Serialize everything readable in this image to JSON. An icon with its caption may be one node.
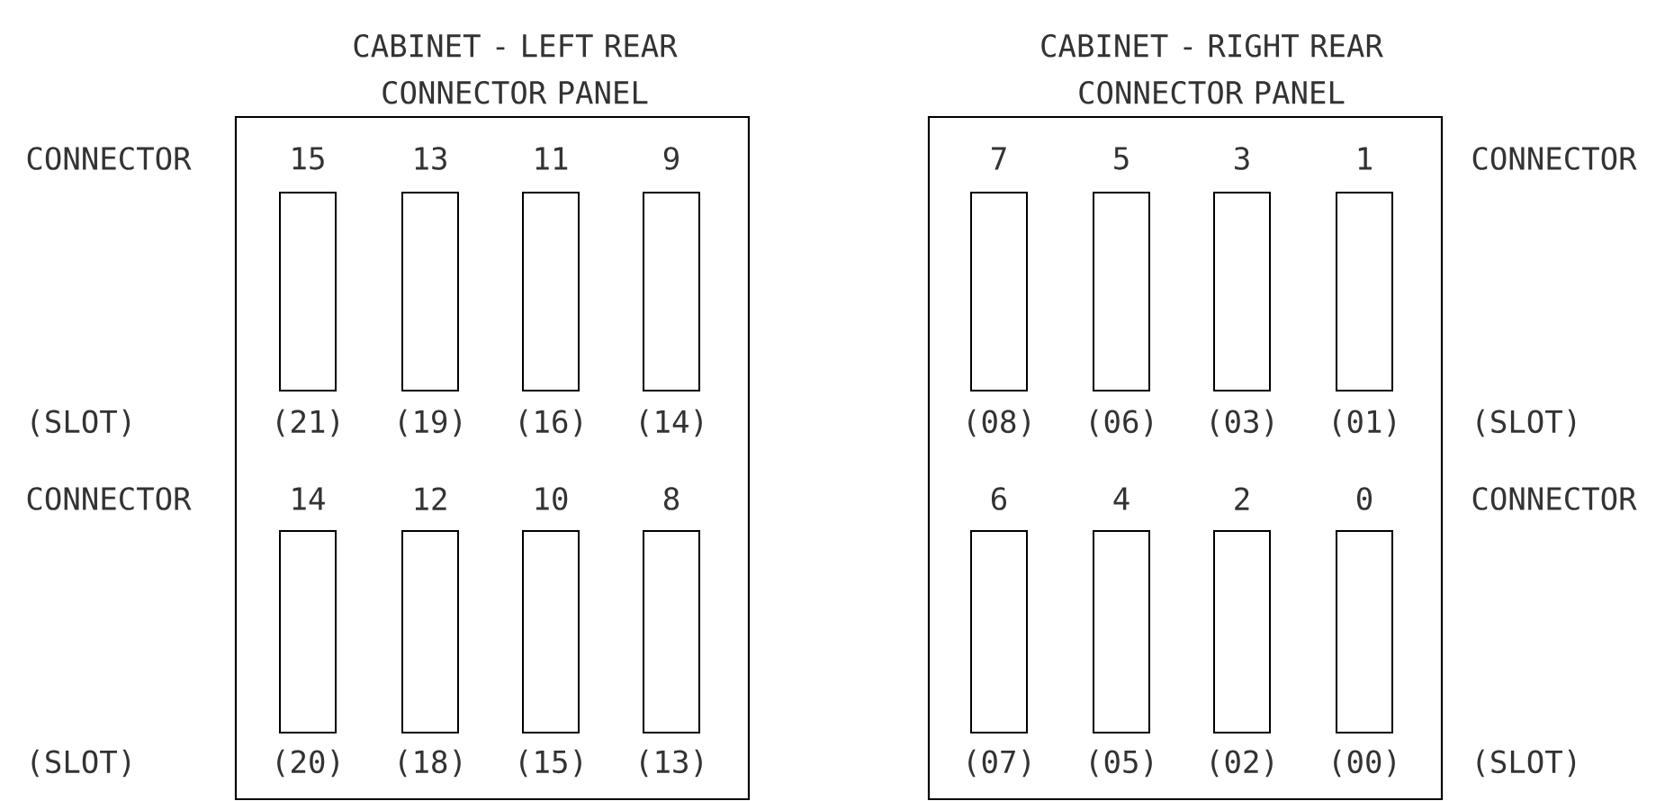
{
  "diagram": {
    "nodes": [
      {
        "text": [
          "CABINET - LEFT REAR CONNECTOR PANEL"
        ]
      },
      {
        "text": [],
        "shape": "box",
        "in": 0,
        "beside": [
          "15",
          "(21)"
        ]
      },
      {
        "text": [],
        "shape": "box",
        "in": 0,
        "beside": [
          "13",
          "(19)"
        ]
      },
      {
        "text": [],
        "shape": "box",
        "in": 0,
        "beside": [
          "11",
          "(16)"
        ]
      },
      {
        "text": [],
        "shape": "box",
        "in": 0,
        "beside": [
          "9",
          "(14)"
        ]
      },
      {
        "text": [],
        "shape": "box",
        "in": 0,
        "beside": [
          "14",
          "(20)"
        ]
      },
      {
        "text": [],
        "shape": "box",
        "in": 0,
        "beside": [
          "12",
          "(18)"
        ]
      },
      {
        "text": [],
        "shape": "box",
        "in": 0,
        "beside": [
          "10",
          "(15)"
        ]
      },
      {
        "text": [],
        "shape": "box",
        "in": 0,
        "beside": [
          "8",
          "(13)"
        ]
      },
      {
        "text": [
          "CABINET - RIGHT REAR CONNECTOR PANEL"
        ]
      },
      {
        "text": [],
        "shape": "box",
        "in": 9,
        "beside": [
          "7",
          "(08)"
        ]
      },
      {
        "text": [],
        "shape": "box",
        "in": 9,
        "beside": [
          "5",
          "(06)"
        ]
      },
      {
        "text": [],
        "shape": "box",
        "in": 9,
        "beside": [
          "3",
          "(03)"
        ]
      },
      {
        "text": [],
        "shape": "box",
        "in": 9,
        "beside": [
          "1",
          "(01)"
        ]
      },
      {
        "text": [],
        "shape": "box",
        "in": 9,
        "beside": [
          "6",
          "(07)"
        ]
      },
      {
        "text": [],
        "shape": "box",
        "in": 9,
        "beside": [
          "4",
          "(05)"
        ]
      },
      {
        "text": [],
        "shape": "box",
        "in": 9,
        "beside": [
          "2",
          "(02)"
        ]
      },
      {
        "text": [],
        "shape": "box",
        "in": 9,
        "beside": [
          "0",
          "(00)"
        ]
      }
    ],
    "labels": [
      "CONNECTOR",
      "CONNECTOR",
      "(SLOT)",
      "(SLOT)",
      "CONNECTOR",
      "CONNECTOR",
      "(SLOT)",
      "(SLOT)"
    ]
  }
}
